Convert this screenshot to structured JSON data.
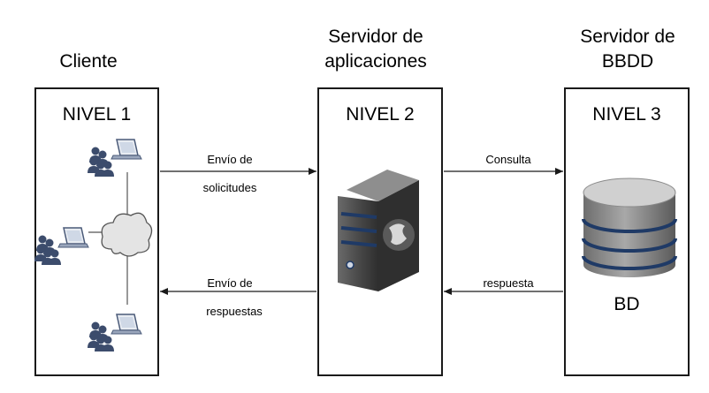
{
  "tiers": [
    {
      "heading": "Cliente",
      "title": "NIVEL 1"
    },
    {
      "heading_line1": "Servidor de",
      "heading_line2": "aplicaciones",
      "title": "NIVEL 2"
    },
    {
      "heading_line1": "Servidor de",
      "heading_line2": "BBDD",
      "title": "NIVEL 3",
      "db_label": "BD"
    }
  ],
  "arrows": {
    "request_line1": "Envío de",
    "request_line2": "solicitudes",
    "response_line1": "Envío de",
    "response_line2": "respuestas",
    "query": "Consulta",
    "answer": "respuesta"
  },
  "colors": {
    "border": "#1a1a1a",
    "server_body": "#4a4a4a",
    "stripe": "#1f3a66",
    "db_body": "#8a8a8a",
    "db_top": "#d0d0d0",
    "person": "#3c4c6c",
    "cloud": "#e4e4e4"
  },
  "icons": [
    "users-laptop-icon",
    "cloud-network-icon",
    "server-icon",
    "database-icon"
  ]
}
